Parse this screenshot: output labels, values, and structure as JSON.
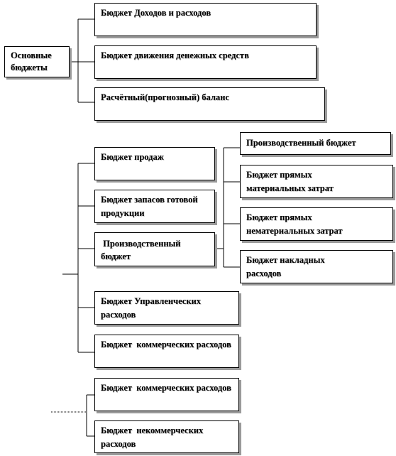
{
  "top_group": {
    "root": "Основные бюджеты",
    "items": [
      "Бюджет Доходов и расходов",
      "Бюджет  движения денежных средств",
      "Расчётный(прогнозный) баланс"
    ]
  },
  "middle_group": {
    "items": [
      "Бюджет продаж",
      "Бюджет запасов готовой продукции",
      " Производственный бюджет",
      "Бюджет Управленческих расходов",
      "Бюджет  коммерческих расходов"
    ],
    "production_items": [
      "Производственный бюджет",
      "Бюджет прямых материальных затрат",
      "Бюджет прямых нематериальных затрат",
      "Бюджет накладных расходов"
    ]
  },
  "bottom_group": {
    "items": [
      "Бюджет  коммерческих расходов",
      "Бюджет  некоммерческих расходов"
    ]
  }
}
